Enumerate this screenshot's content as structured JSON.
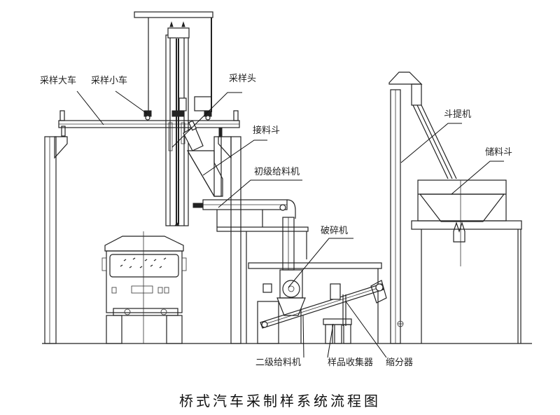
{
  "title": "桥式汽车采制样系统流程图",
  "labels": {
    "big_cart": "采样大车",
    "small_cart": "采样小车",
    "sampling_head": "采样头",
    "receiving_hopper": "接料斗",
    "primary_feeder": "初级给料机",
    "crusher": "破碎机",
    "bucket_elevator": "斗提机",
    "storage_hopper": "储料斗",
    "secondary_feeder": "二级给料机",
    "sample_collector": "样品收集器",
    "divider": "缩分器"
  },
  "colors": {
    "line": "#222222",
    "background": "#ffffff"
  }
}
